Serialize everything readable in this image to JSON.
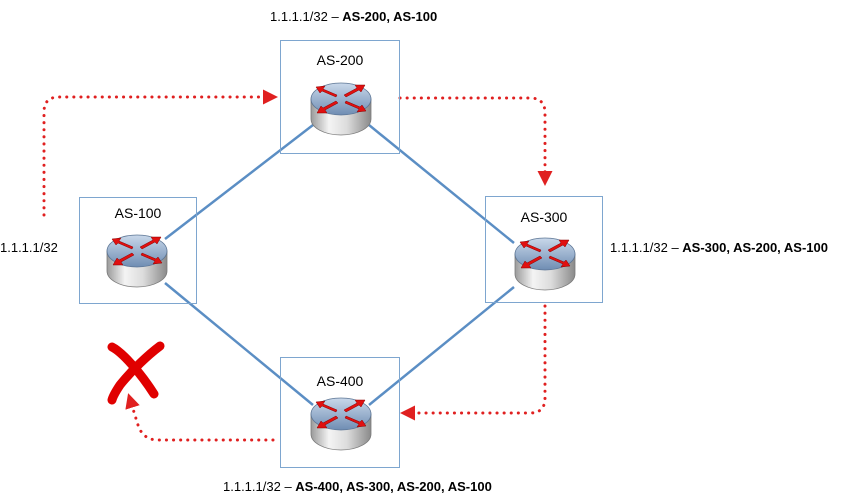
{
  "nodes": {
    "as200": {
      "name": "AS-200"
    },
    "as100": {
      "name": "AS-100"
    },
    "as300": {
      "name": "AS-300"
    },
    "as400": {
      "name": "AS-400"
    }
  },
  "routes": {
    "as200": {
      "prefix": "1.1.1.1/32 – ",
      "path": "AS-200, AS-100"
    },
    "as100": {
      "prefix": "1.1.1.1/32",
      "path": ""
    },
    "as300": {
      "prefix": "1.1.1.1/32 – ",
      "path": "AS-300, AS-200, AS-100"
    },
    "as400": {
      "prefix": "1.1.1.1/32 – ",
      "path": "AS-400, AS-300, AS-200, AS-100"
    }
  },
  "colors": {
    "link": "#5b8ec4",
    "box_border": "#7ea6cf",
    "propagation": "#e02020",
    "rejected_mark": "#e00000"
  },
  "icons": {
    "router": "router-icon",
    "rejected": "red-x-icon"
  }
}
